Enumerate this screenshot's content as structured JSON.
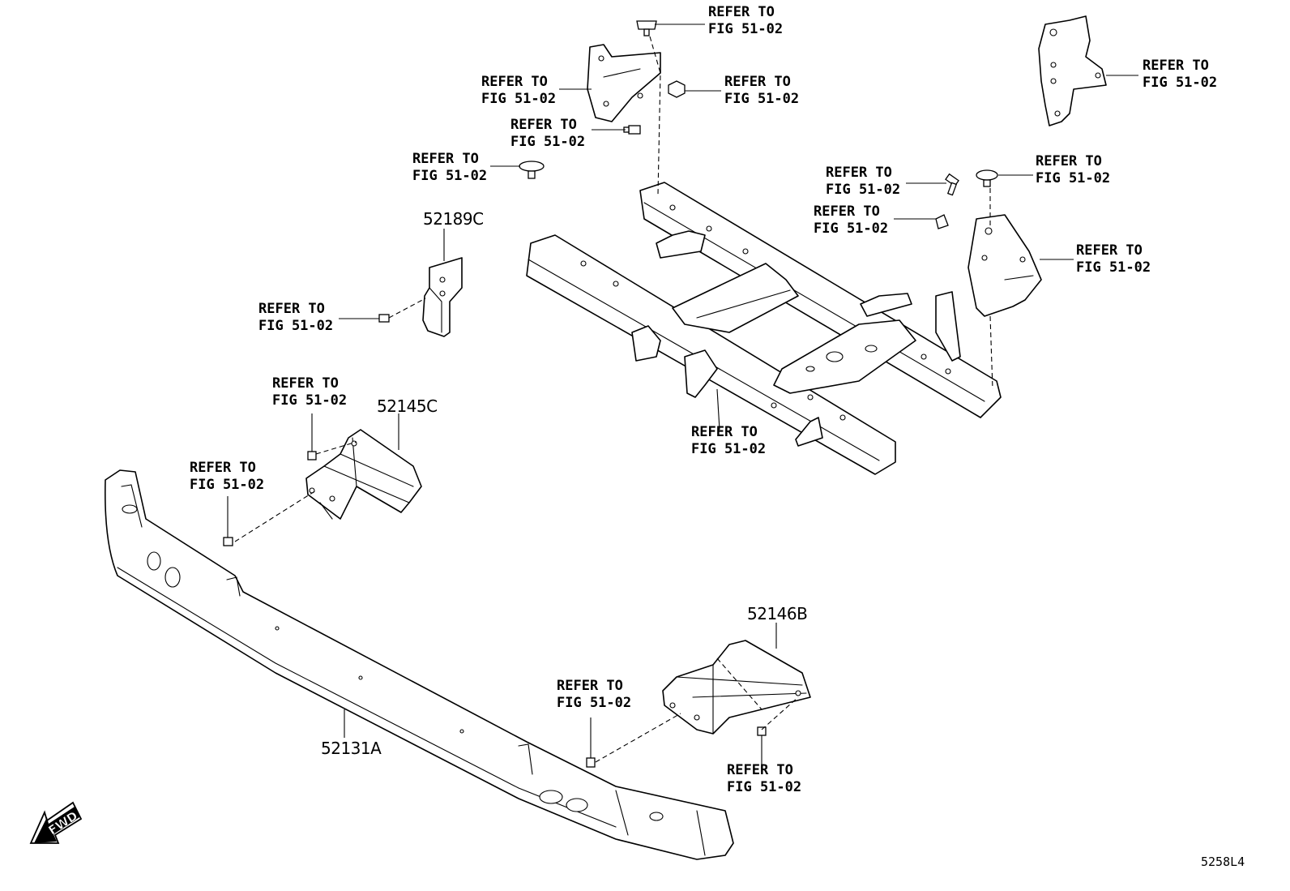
{
  "refer_line1": "REFER TO",
  "refer_line2": "FIG 51-02",
  "parts": {
    "crossmember": "52131A",
    "bracket_left": "52145C",
    "bracket_right": "52146B",
    "bracket_small": "52189C"
  },
  "fwd_label": "FWD",
  "illustration_code": "5258L4"
}
